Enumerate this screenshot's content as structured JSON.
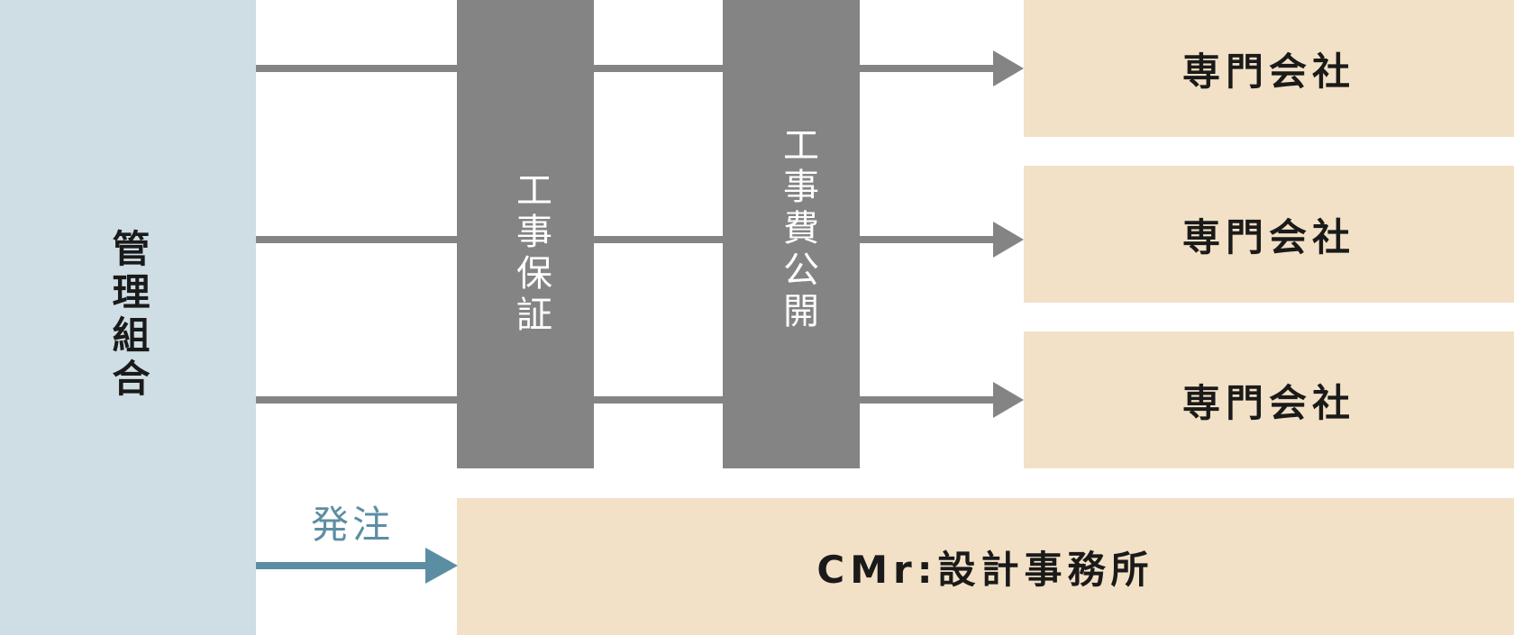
{
  "left_panel": {
    "label": "管理組合"
  },
  "bands": [
    {
      "label": "工事保証"
    },
    {
      "label": "工事費公開"
    }
  ],
  "companies": [
    {
      "label": "専門会社"
    },
    {
      "label": "専門会社"
    },
    {
      "label": "専門会社"
    }
  ],
  "cmr": {
    "label": "CMr:設計事務所"
  },
  "order": {
    "label": "発注"
  },
  "colors": {
    "left_panel_bg": "#cfdee4",
    "band_gray": "#848484",
    "box_beige": "#f2e1c6",
    "order_blue": "#5c8ea3"
  }
}
